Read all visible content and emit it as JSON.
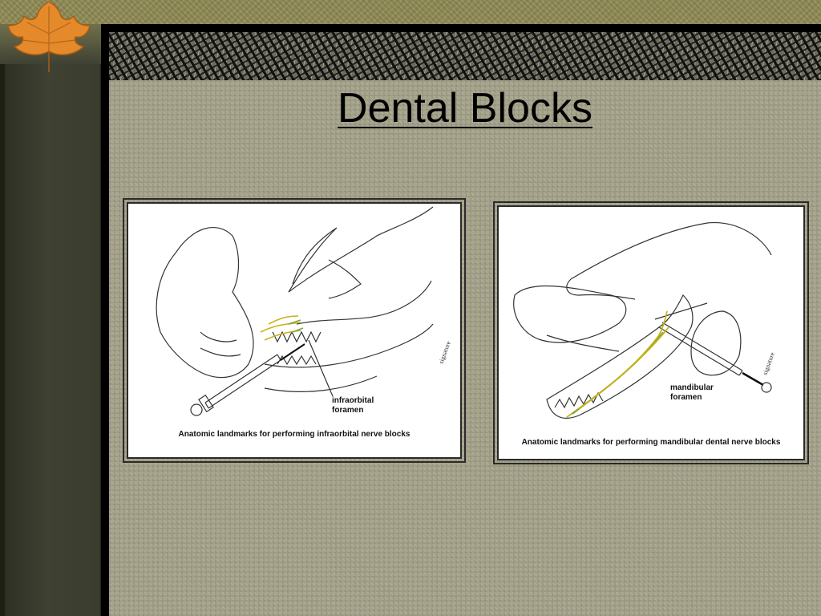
{
  "slide": {
    "title": "Dental Blocks",
    "figures": [
      {
        "label_lines": [
          "infraorbital",
          "foramen"
        ],
        "caption": "Anatomic landmarks for performing infraorbital nerve blocks"
      },
      {
        "label_lines": [
          "mandibular",
          "foramen"
        ],
        "caption": "Anatomic landmarks for performing mandibular dental nerve blocks"
      }
    ]
  },
  "colors": {
    "content_bg": "#a7a48c",
    "sidebar": "#3f4133",
    "frame": "#000000",
    "leaf": "#e48a2a",
    "nerve_yellow": "#c9b21a",
    "nerve_green": "#7aa83a"
  },
  "icons": {
    "corner_decoration": "maple-leaf-icon"
  }
}
